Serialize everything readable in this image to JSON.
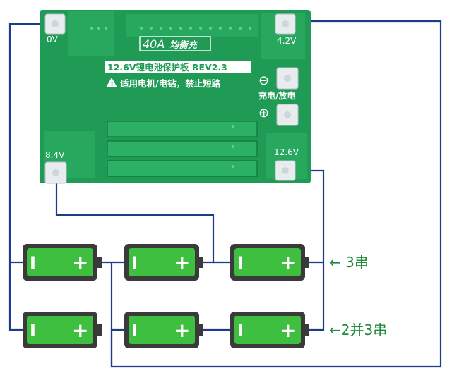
{
  "board": {
    "rating": "40A",
    "rating_sub": "均衡充",
    "title": "12.6V锂电池保护板 REV2.3",
    "warning": "适用电机/电钻，禁止短路",
    "pad_labels": {
      "p0v": "0V",
      "p42v": "4.2V",
      "p84v": "8.4V",
      "p126v": "12.6V"
    },
    "charge_label": "充电/放电",
    "minus_symbol": "⊖",
    "plus_symbol": "⊕",
    "colors": {
      "pcb": "#1f9b55",
      "pcb_dark": "#12733c",
      "wire": "#1e3a8a",
      "battery": "#3fbf3f",
      "battery_frame": "#3a3a3a",
      "arrow": "#1f8a3a"
    }
  },
  "batteries": {
    "minus_symbol": "I",
    "plus_symbol": "+"
  },
  "labels": {
    "series": "← 3串",
    "parallel": "←2并3串"
  }
}
